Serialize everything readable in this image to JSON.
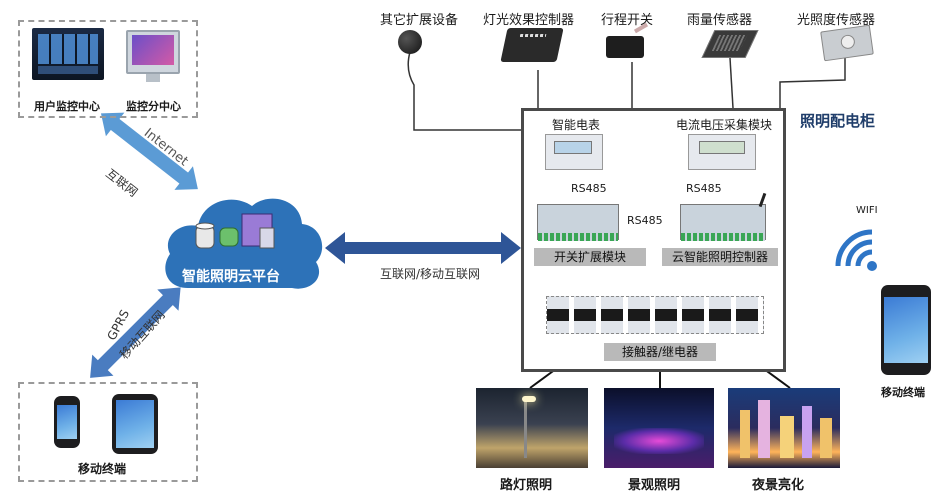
{
  "cloud": {
    "title": "智能照明云平台"
  },
  "links": {
    "internet_en": "Internet",
    "internet_cn": "互联网",
    "gprs_en": "GPRS",
    "gprs_cn": "移动互联网",
    "center_link": "互联网/移动互联网"
  },
  "top_left_box": {
    "label_1": "用户监控中心",
    "label_2": "监控分中心"
  },
  "bottom_left_box": {
    "label": "移动终端"
  },
  "sensors": [
    {
      "label": "其它扩展设备",
      "icon": "device-icon"
    },
    {
      "label": "灯光效果控制器",
      "icon": "controller-icon"
    },
    {
      "label": "行程开关",
      "icon": "switch-icon"
    },
    {
      "label": "雨量传感器",
      "icon": "rain-sensor-icon"
    },
    {
      "label": "光照度传感器",
      "icon": "light-sensor-icon"
    }
  ],
  "cabinet": {
    "title": "照明配电柜",
    "meter": "智能电表",
    "acquisition": "电流电压采集模块",
    "rs485_a": "RS485",
    "rs485_b": "RS485",
    "rs485_c": "RS485",
    "switch_module": "开关扩展模块",
    "controller": "云智能照明控制器",
    "relay": "接触器/继电器"
  },
  "wifi": {
    "label": "WIFI"
  },
  "mobile_right": {
    "label": "移动终端"
  },
  "lighting": [
    {
      "label": "路灯照明"
    },
    {
      "label": "景观照明"
    },
    {
      "label": "夜景亮化"
    }
  ],
  "colors": {
    "arrow_light": "#5b9bd5",
    "arrow_dark": "#2e5597",
    "cloud": "#2d72b8",
    "cabinet_border": "#4a4a4a"
  }
}
